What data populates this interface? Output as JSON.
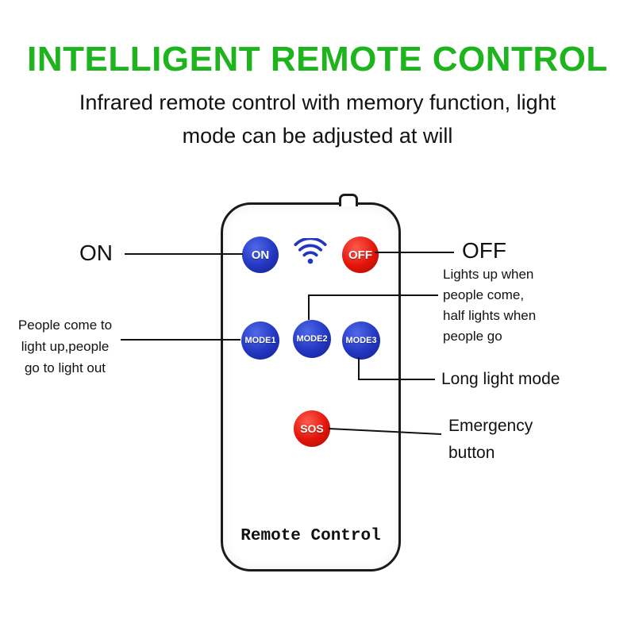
{
  "colors": {
    "title_green": "#1db41e",
    "button_blue": "#2336c0",
    "button_red": "#e31408",
    "line_black": "#111111"
  },
  "header": {
    "title": "INTELLIGENT REMOTE CONTROL",
    "subtitle": "Infrared remote control with memory function, light\nmode can be adjusted at will"
  },
  "remote": {
    "brand_label": "Remote Control",
    "buttons": {
      "on": "ON",
      "off": "OFF",
      "mode1": "MODE1",
      "mode2": "MODE2",
      "mode3": "MODE3",
      "sos": "SOS"
    }
  },
  "annotations": {
    "on_label": "ON",
    "off_label": "OFF",
    "mode2_desc": "Lights up when\npeople come,\nhalf lights when\npeople go",
    "mode1_desc": "People come to\nlight up,people\ngo to light out",
    "mode3_desc": "Long light mode",
    "sos_desc": "Emergency\nbutton"
  }
}
